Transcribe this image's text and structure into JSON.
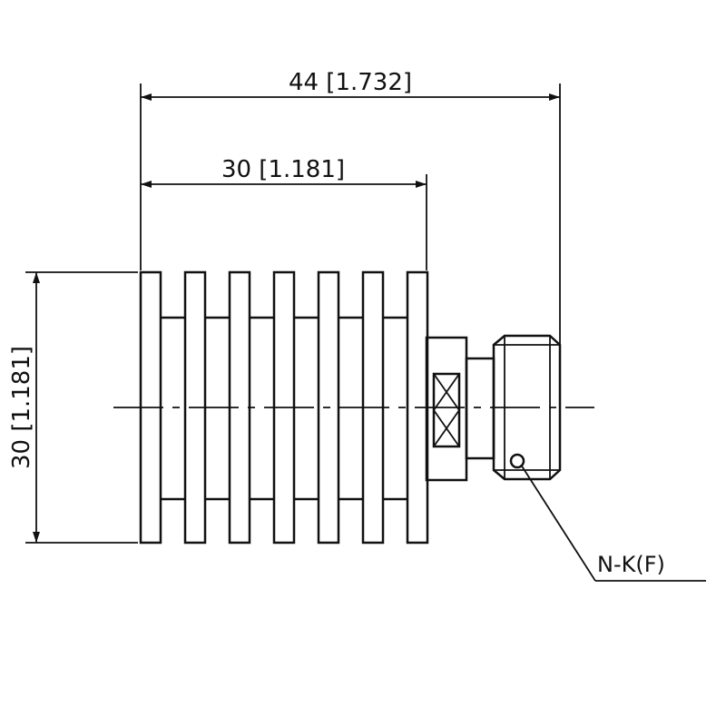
{
  "dimensions": {
    "overall_length": "44 [1.732]",
    "body_length": "30 [1.181]",
    "diameter": "30 [1.181]"
  },
  "callout": {
    "connector": "N-K(F)"
  },
  "colors": {
    "line": "#111111",
    "background": "#ffffff"
  }
}
